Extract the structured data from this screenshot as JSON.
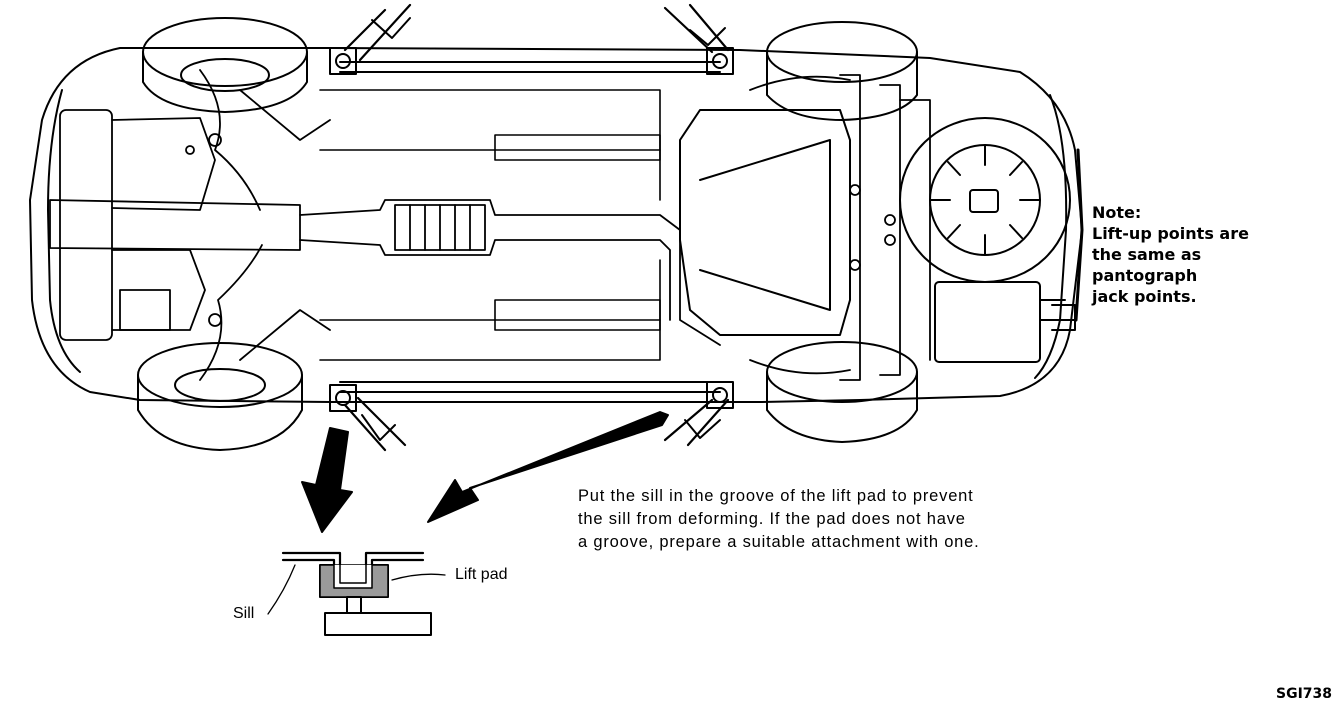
{
  "note": {
    "lines": [
      "Note:",
      "Lift-up points are",
      "the same as",
      "pantograph",
      "jack points."
    ]
  },
  "description": {
    "lines": [
      "Put the sill in the groove of the lift pad to prevent",
      "the sill from deforming.  If the pad does not have",
      "a groove, prepare a suitable attachment with one."
    ]
  },
  "labels": {
    "lift_pad": "Lift pad",
    "sill": "Sill"
  },
  "figure_code": "SGI738",
  "colors": {
    "ink": "#000000",
    "paper": "#ffffff"
  }
}
